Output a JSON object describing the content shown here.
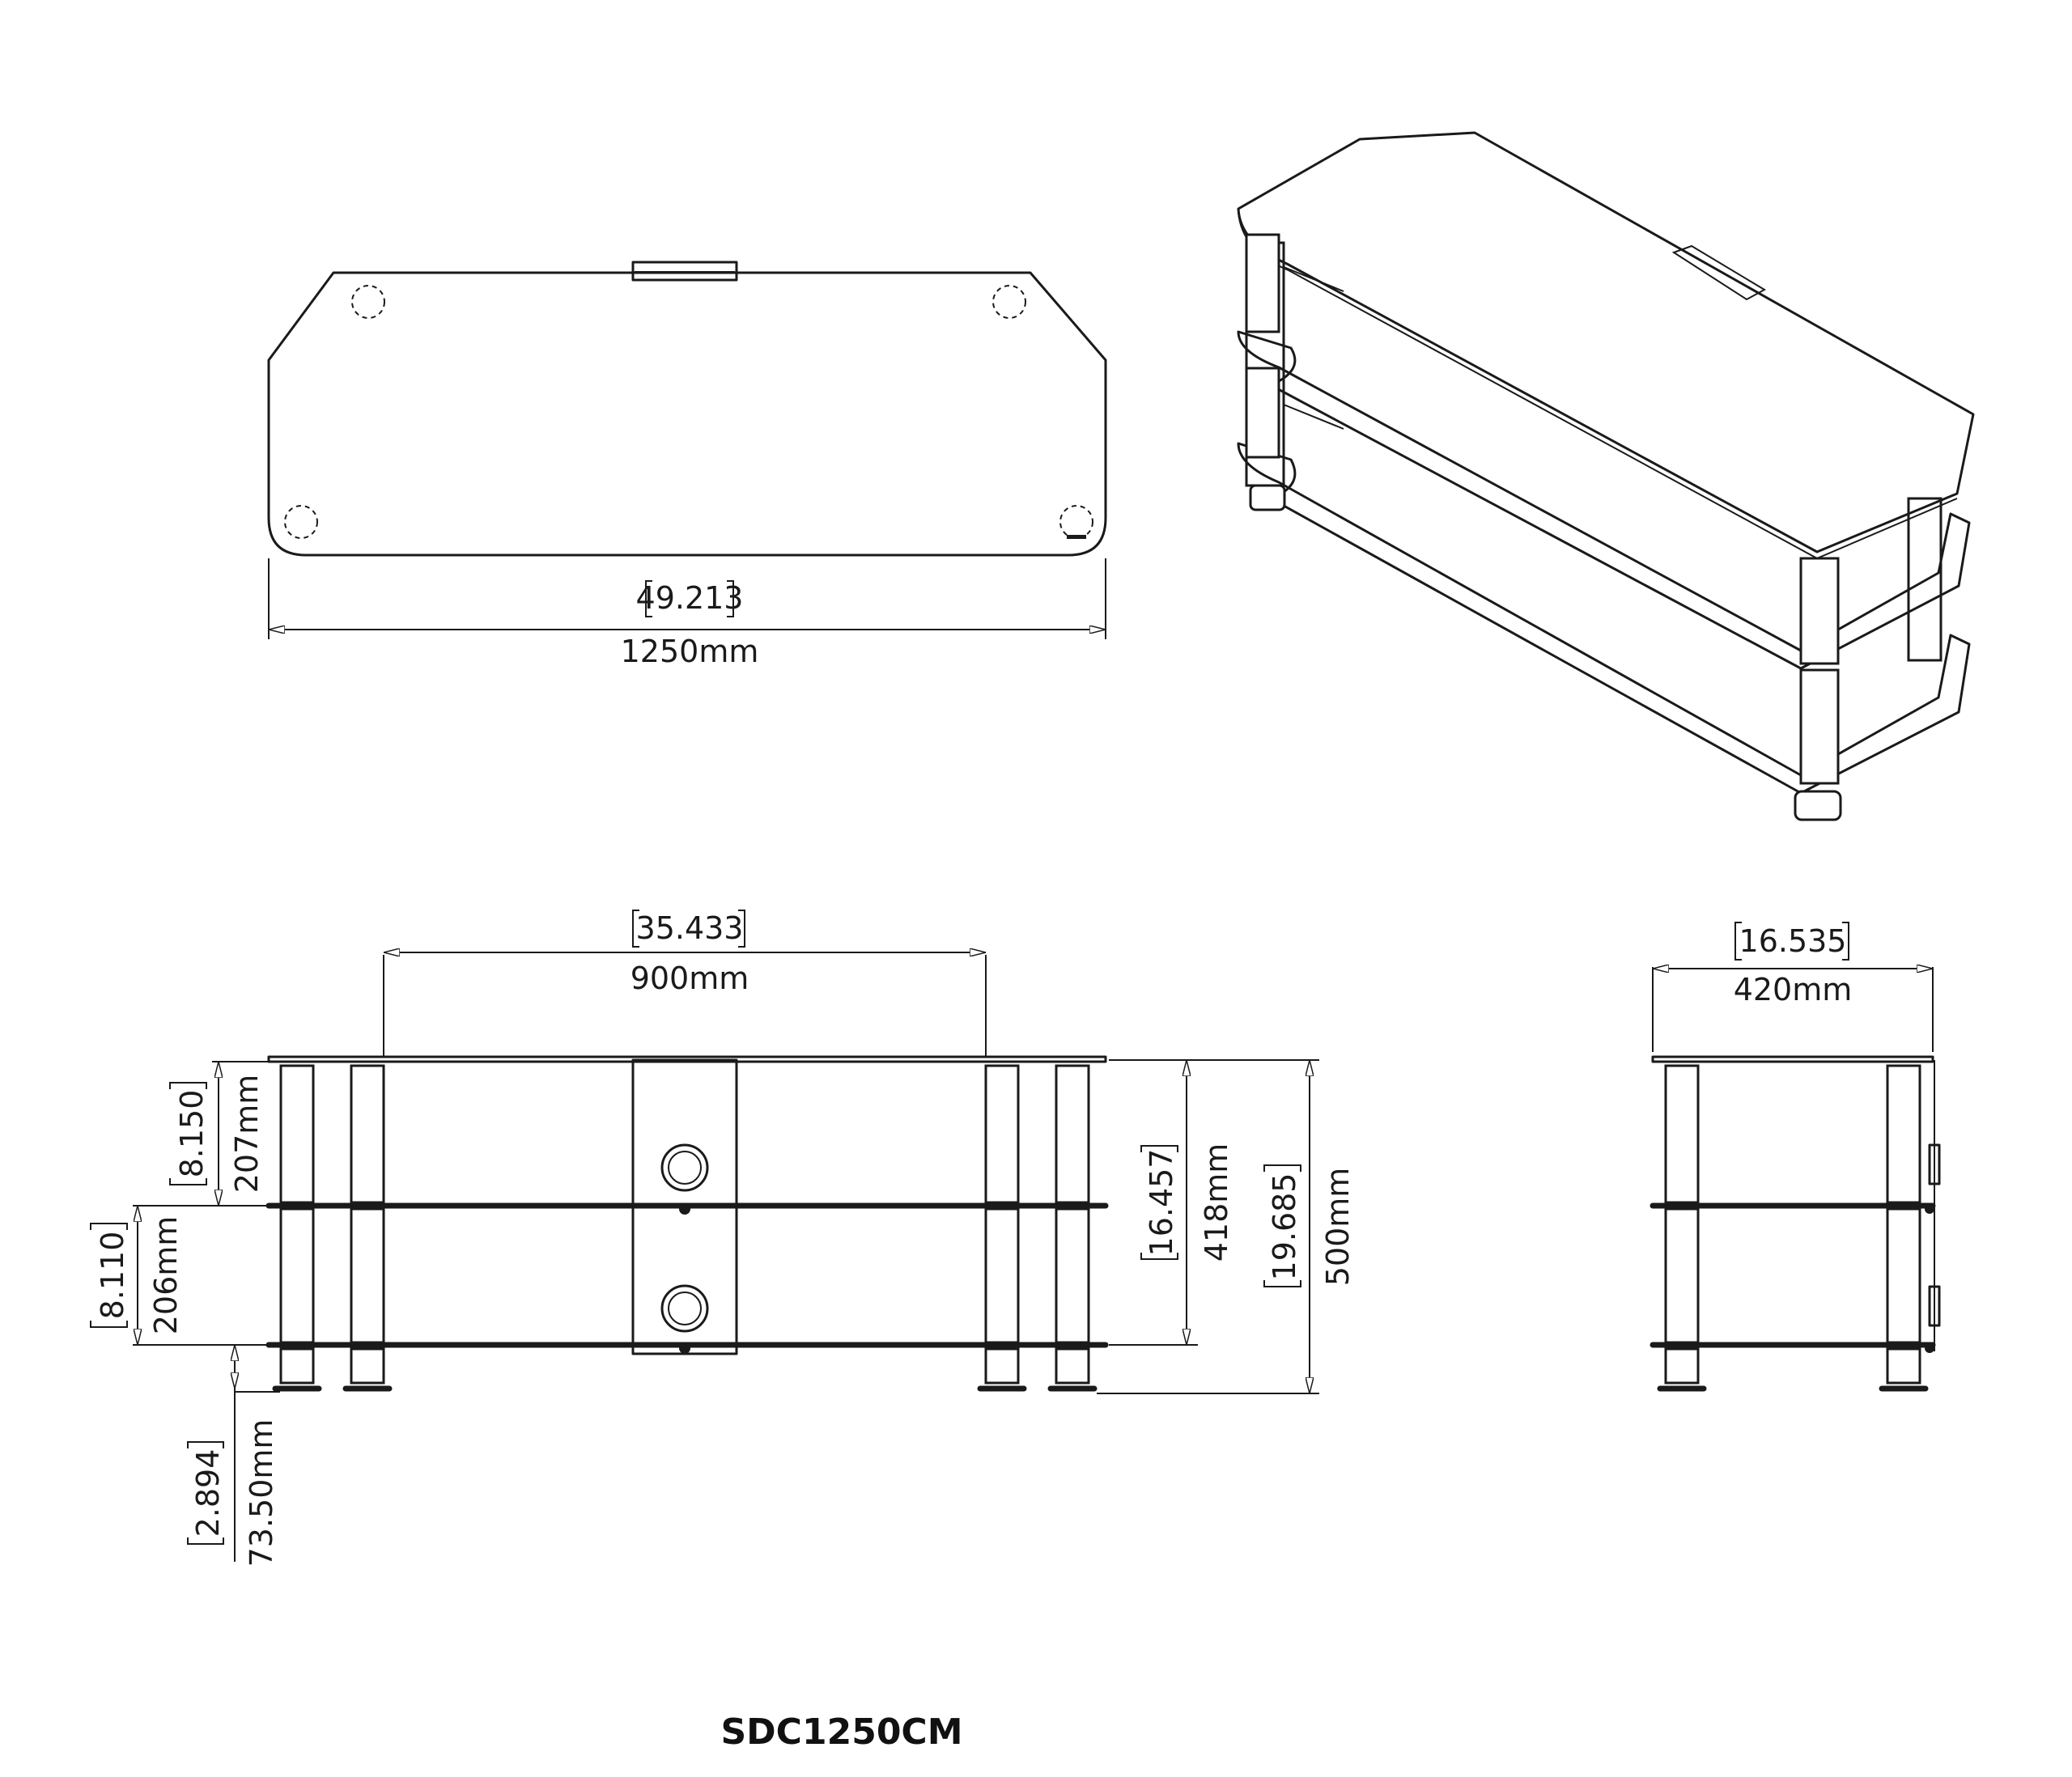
{
  "model": "SDC1250CM",
  "top_view": {
    "width_in": "49.213",
    "width_mm": "1250mm"
  },
  "front_view": {
    "post_spacing_in": "35.433",
    "post_spacing_mm": "900mm",
    "upper_gap_in": "8.150",
    "upper_gap_mm": "207mm",
    "lower_gap_in": "8.110",
    "lower_gap_mm": "206mm",
    "foot_in": "2.894",
    "foot_mm": "73.50mm",
    "shelf_span_in": "16.457",
    "shelf_span_mm": "418mm",
    "total_height_in": "19.685",
    "total_height_mm": "500mm"
  },
  "side_view": {
    "depth_in": "16.535",
    "depth_mm": "420mm"
  }
}
